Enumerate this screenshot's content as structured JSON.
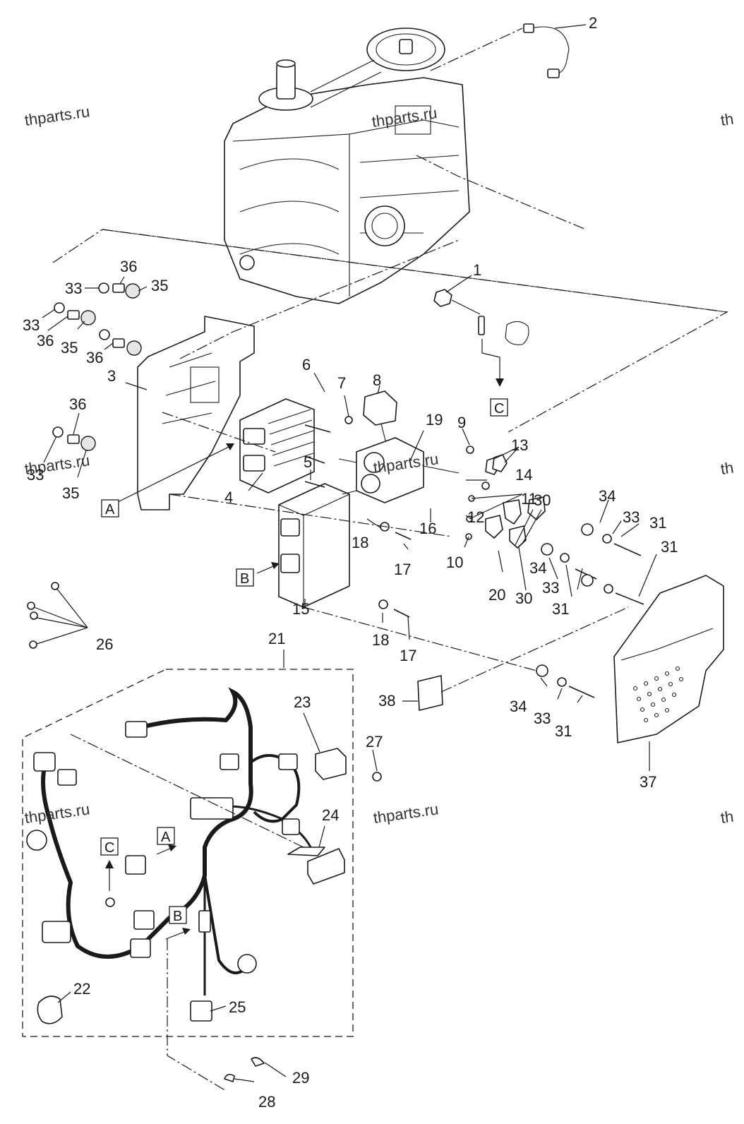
{
  "watermark": "thparts.ru",
  "reference_boxes": {
    "a": "A",
    "b": "B",
    "c": "C"
  },
  "callouts": {
    "n1": "1",
    "n2": "2",
    "n3": "3",
    "n4": "4",
    "n5": "5",
    "n6": "6",
    "n7": "7",
    "n8": "8",
    "n9": "9",
    "n10": "10",
    "n11": "11",
    "n12": "12",
    "n13": "13",
    "n14": "14",
    "n15": "15",
    "n16": "16",
    "n17": "17",
    "n18": "18",
    "n19": "19",
    "n20": "20",
    "n21": "21",
    "n22": "22",
    "n23": "23",
    "n24": "24",
    "n25": "25",
    "n26": "26",
    "n27": "27",
    "n28": "28",
    "n29": "29",
    "n30": "30",
    "n31": "31",
    "n33": "33",
    "n34": "34",
    "n35": "35",
    "n36": "36",
    "n37": "37",
    "n38": "38"
  }
}
